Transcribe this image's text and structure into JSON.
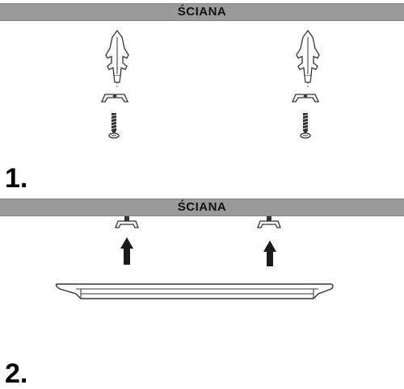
{
  "steps": [
    {
      "number": "1.",
      "wall_label": "ŚCIANA"
    },
    {
      "number": "2.",
      "wall_label": "ŚCIANA"
    }
  ],
  "colors": {
    "wall": "#9a9a9a",
    "outline": "#333333",
    "arrow": "#1a1a1a"
  },
  "icons": [
    "wall-plug-icon",
    "mounting-clip-icon",
    "screw-icon",
    "up-arrow-icon",
    "led-profile-icon"
  ]
}
